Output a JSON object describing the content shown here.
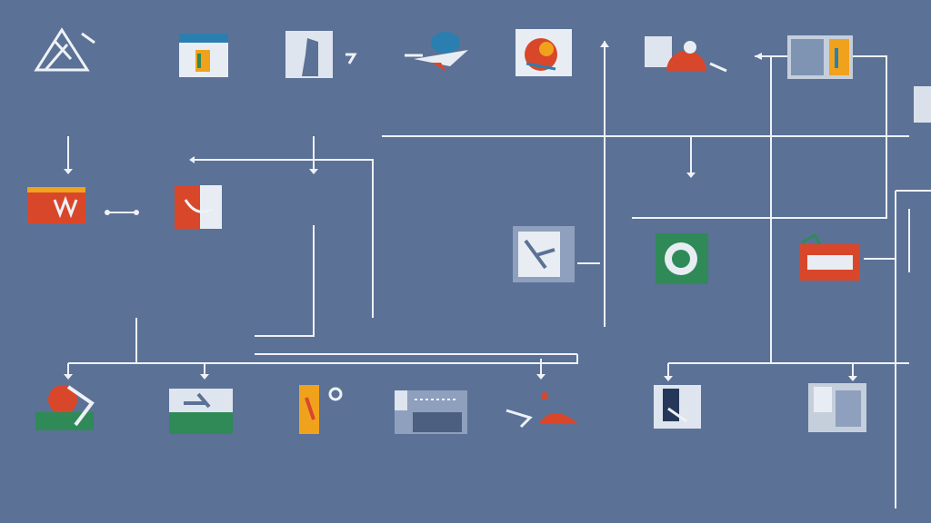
{
  "diagram": {
    "background": "#5b7196",
    "line_color": "#eef2f7",
    "accent_colors": [
      "#d9472b",
      "#f0a21c",
      "#2f8a57",
      "#2b7fb0",
      "#e8edf3"
    ],
    "nodes": [
      {
        "id": "n1",
        "icon": "mountain-outline-icon",
        "caption": ""
      },
      {
        "id": "n2",
        "icon": "boot-card-icon",
        "caption": ""
      },
      {
        "id": "n3",
        "icon": "person-card-icon",
        "caption": ""
      },
      {
        "id": "n4",
        "icon": "bird-icon",
        "caption": ""
      },
      {
        "id": "n5",
        "icon": "rooster-card-icon",
        "caption": ""
      },
      {
        "id": "n6",
        "icon": "slide-icon",
        "caption": ""
      },
      {
        "id": "n7",
        "icon": "factory-card-icon",
        "caption": ""
      },
      {
        "id": "n8",
        "icon": "book-edge-icon",
        "caption": ""
      },
      {
        "id": "n9",
        "icon": "letter-card-icon",
        "caption": ""
      },
      {
        "id": "n10",
        "icon": "fox-card-icon",
        "caption": ""
      },
      {
        "id": "n11",
        "icon": "tree-card-icon",
        "caption": ""
      },
      {
        "id": "n12",
        "icon": "circle-card-icon",
        "caption": ""
      },
      {
        "id": "n13",
        "icon": "bus-card-icon",
        "caption": ""
      },
      {
        "id": "n14",
        "icon": "bird-globe-icon",
        "caption": ""
      },
      {
        "id": "n15",
        "icon": "field-card-icon",
        "caption": ""
      },
      {
        "id": "n16",
        "icon": "tall-card-icon",
        "caption": ""
      },
      {
        "id": "n17",
        "icon": "city-card-icon",
        "caption": ""
      },
      {
        "id": "n18",
        "icon": "shoe-icon",
        "caption": ""
      },
      {
        "id": "n19",
        "icon": "robot-card-icon",
        "caption": ""
      },
      {
        "id": "n20",
        "icon": "panel-card-icon",
        "caption": ""
      }
    ]
  }
}
